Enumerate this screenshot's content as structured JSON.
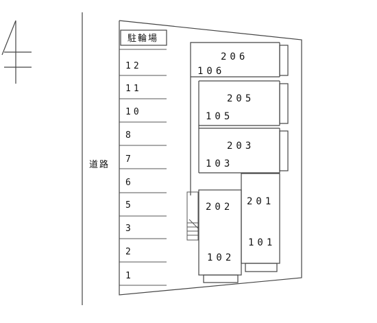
{
  "north_mark": "4",
  "road_label": "道路",
  "bicycle_parking_label": "駐輪場",
  "parking_spaces": [
    "12",
    "11",
    "10",
    "8",
    "7",
    "6",
    "5",
    "3",
    "2",
    "1"
  ],
  "units": {
    "u206": "206",
    "u106": "106",
    "u205": "205",
    "u105": "105",
    "u203": "203",
    "u103": "103",
    "u202": "202",
    "u102": "102",
    "u201": "201",
    "u101": "101"
  }
}
